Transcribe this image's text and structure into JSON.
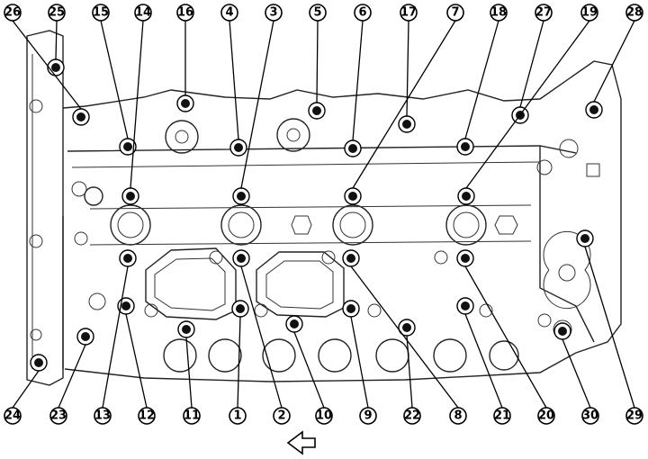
{
  "diagram": {
    "callouts": [
      {
        "label": "26"
      },
      {
        "label": "25"
      },
      {
        "label": "15"
      },
      {
        "label": "14"
      },
      {
        "label": "16"
      },
      {
        "label": "4"
      },
      {
        "label": "3"
      },
      {
        "label": "5"
      },
      {
        "label": "6"
      },
      {
        "label": "17"
      },
      {
        "label": "7"
      },
      {
        "label": "18"
      },
      {
        "label": "27"
      },
      {
        "label": "19"
      },
      {
        "label": "28"
      },
      {
        "label": "24"
      },
      {
        "label": "23"
      },
      {
        "label": "13"
      },
      {
        "label": "12"
      },
      {
        "label": "11"
      },
      {
        "label": "1"
      },
      {
        "label": "2"
      },
      {
        "label": "10"
      },
      {
        "label": "9"
      },
      {
        "label": "22"
      },
      {
        "label": "8"
      },
      {
        "label": "21"
      },
      {
        "label": "20"
      },
      {
        "label": "30"
      },
      {
        "label": "29"
      }
    ],
    "direction_arrow": {
      "icon": "arrow-left-icon"
    }
  }
}
